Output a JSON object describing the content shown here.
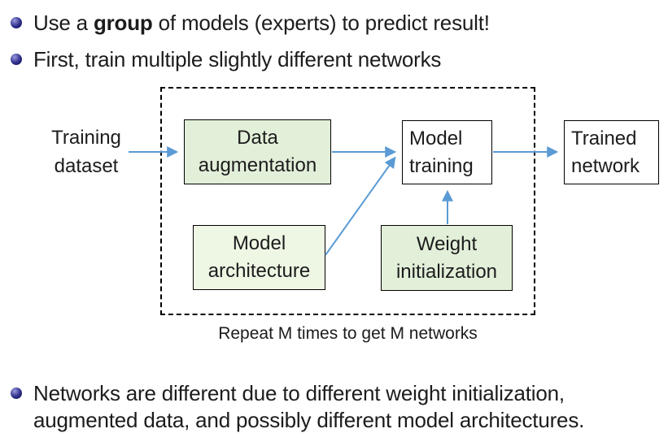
{
  "bullets": {
    "b1_prefix": "Use a ",
    "b1_bold": "group",
    "b1_suffix": " of models (experts) to predict result!",
    "b2": "First, train multiple slightly different networks",
    "b3_line1": "Networks are different due to different weight initialization,",
    "b3_line2": "augmented data, and possibly different model architectures."
  },
  "diagram": {
    "training_dataset_label": {
      "line1": "Training",
      "line2": "dataset"
    },
    "boxes": {
      "data_augmentation": {
        "line1": "Data",
        "line2": "augmentation",
        "fill": "#e2efd9"
      },
      "model_training": {
        "line1": "Model",
        "line2": "training",
        "fill": "#ffffff"
      },
      "trained_network": {
        "line1": "Trained",
        "line2": "network",
        "fill": "#ffffff"
      },
      "model_architecture": {
        "line1": "Model",
        "line2": "architecture",
        "fill": "#eef6e4"
      },
      "weight_initialization": {
        "line1": "Weight",
        "line2": "initialization",
        "fill": "#e2efd9"
      }
    },
    "caption": "Repeat M times to get M networks"
  },
  "colors": {
    "arrow": "#5b9bd5",
    "text": "#1c1c1c",
    "bullet_marker": "#2d2d8a",
    "box_border": "#000000",
    "dashed_border": "#000000"
  }
}
